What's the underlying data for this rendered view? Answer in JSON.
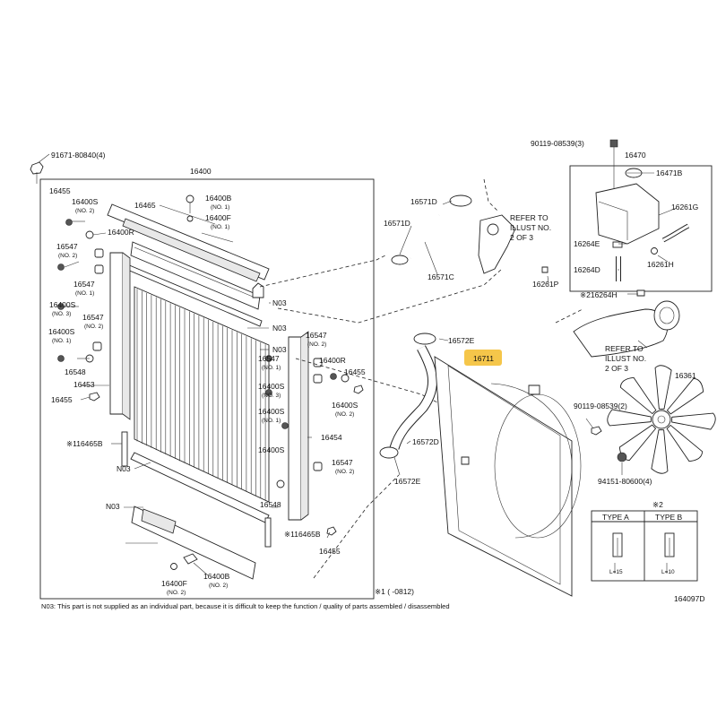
{
  "diagram_id": "164097D",
  "highlight_color": "#f5c64a",
  "footnote": "N03: This part is not supplied as an individual part, because it is difficult to keep the function / quality of parts assembled / disassembled",
  "note1": "※1 (      -0812)",
  "note2_mark": "※2",
  "labels": {
    "p91671": "91671-80840(4)",
    "p16400": "16400",
    "p16455_a": "16455",
    "p16400S_a": "16400S",
    "p16400S_a_no": "(NO. 2)",
    "p16465": "16465",
    "p16400B_a": "16400B",
    "p16400B_a_no": "(NO. 1)",
    "p16400F_a": "16400F",
    "p16400F_a_no": "(NO. 1)",
    "p16400R_a": "16400R",
    "p16547_a": "16547",
    "p16547_a_no": "(NO. 2)",
    "p16547_b": "16547",
    "p16547_b_no": "(NO. 1)",
    "p16400S_b": "16400S",
    "p16400S_b_no": "(NO. 3)",
    "p16547_c": "16547",
    "p16547_c_no": "(NO. 2)",
    "p16400S_c": "16400S",
    "p16400S_c_no": "(NO. 1)",
    "p16548_a": "16548",
    "p16453": "16453",
    "p16455_b": "16455",
    "p16465B_a": "※116465B",
    "pN03_a": "N03",
    "pN03_b": "N03",
    "pN03_c": "N03",
    "pN03_d": "N03",
    "pN03_e": "N03",
    "p16547_d": "16547",
    "p16547_d_no": "(NO. 2)",
    "p16547_e": "16547",
    "p16547_e_no": "(NO. 1)",
    "p16400R_b": "16400R",
    "p16455_c": "16455",
    "p16400S_d": "16400S",
    "p16400S_d_no": "(NO. 3)",
    "p16400S_e": "16400S",
    "p16400S_e_no": "(NO. 2)",
    "p16454": "16454",
    "p16400S_f": "16400S",
    "p16400S_f_no": "(NO. 1)",
    "p16547_f": "16547",
    "p16547_f_no": "(NO. 2)",
    "p16548_b": "16548",
    "p16465B_b": "※116465B",
    "p16455_d": "16455",
    "p16400F_b": "16400F",
    "p16400F_b_no": "(NO. 2)",
    "p16400B_b": "16400B",
    "p16400B_b_no": "(NO. 2)",
    "p16571D_a": "16571D",
    "p16571D_b": "16571D",
    "p16571C": "16571C",
    "refer_a_1": "REFER TO",
    "refer_a_2": "ILLUST NO.",
    "refer_a_3": "2 OF 3",
    "p90119_a": "90119-08539(3)",
    "p16470": "16470",
    "p16471B": "16471B",
    "p16261G": "16261G",
    "p16264E": "16264E",
    "p16261H": "16261H",
    "p16264D": "16264D",
    "p16261P": "16261P",
    "p16264H": "※216264H",
    "p16572E_a": "16572E",
    "p16711": "16711",
    "refer_b_1": "REFER TO",
    "refer_b_2": "ILLUST NO.",
    "refer_b_3": "2 OF 3",
    "p16361": "16361",
    "p90119_b": "90119-08539(2)",
    "p16572D": "16572D",
    "p16572E_b": "16572E",
    "p94151": "94151-80600(4)",
    "type_a": "TYPE A",
    "type_b": "TYPE B",
    "len_a": "L=15",
    "len_b": "L=10"
  }
}
